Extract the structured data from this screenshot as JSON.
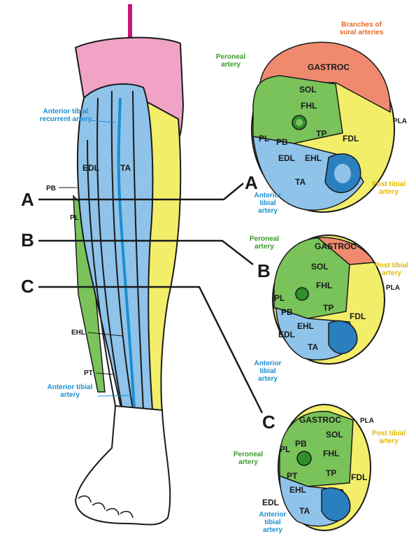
{
  "colors": {
    "blue_compartment": "#8fc3ea",
    "blue_dark": "#2a7fbf",
    "green_compartment": "#79c35a",
    "green_dark": "#2f8f2a",
    "yellow_compartment": "#f2ee6a",
    "pink_compartment": "#f1a3c6",
    "red_compartment": "#f08a6f",
    "label_blue": "#1a8fd1",
    "label_green": "#3a9a2a",
    "label_orange": "#e06a2a",
    "label_yellow": "#e0b800",
    "outline": "#1a1a1a",
    "pin": "#c8147a"
  },
  "leg": {
    "anterior_tibial_recurrent_artery": "Anterior tibial\nrecurrent artery",
    "edl": "EDL",
    "ta": "TA",
    "pb": "PB",
    "pl": "PL",
    "ehl": "EHL",
    "pt": "PT",
    "anterior_tibial_artery": "Anterior tibial\nartery",
    "level_a": "A",
    "level_b": "B",
    "level_c": "C"
  },
  "sections": {
    "a": {
      "letter": "A",
      "branches_of_sural_arteries": "Branches of\nsural arteries",
      "peroneal_artery": "Peroneal\nartery",
      "gastroc": "GASTROC",
      "sol": "SOL",
      "fhl": "FHL",
      "tp": "TP",
      "pla": "PLA",
      "fdl": "FDL",
      "pl": "PL",
      "pb": "PB",
      "edl": "EDL",
      "ehl": "EHL",
      "ta": "TA",
      "post_tibial_artery": "Post tibial\nartery",
      "anterior_tibial_artery": "Anterior\ntibial\nartery"
    },
    "b": {
      "letter": "B",
      "peroneal_artery": "Peroneal\nartery",
      "gastroc": "GASTROC",
      "sol": "SOL",
      "post_tibial_artery": "Post tibial\nartery",
      "pla": "PLA",
      "fhl": "FHL",
      "pl": "PL",
      "pb": "PB",
      "tp": "TP",
      "fdl": "FDL",
      "ehl": "EHL",
      "edl": "EDL",
      "ta": "TA",
      "anterior_tibial_artery": "Anterior\ntibial\nartery"
    },
    "c": {
      "letter": "C",
      "gastroc": "GASTROC",
      "pla": "PLA",
      "sol": "SOL",
      "post_tibial_artery": "Post tibial\nartery",
      "peroneal_artery": "Peroneal\nartery",
      "pl": "PL",
      "pb": "PB",
      "fhl": "FHL",
      "pt": "PT",
      "tp": "TP",
      "fdl": "FDL",
      "ehl": "EHL",
      "edl": "EDL",
      "ta": "TA",
      "anterior_tibial_artery": "Anterior\ntibial\nartery"
    }
  }
}
